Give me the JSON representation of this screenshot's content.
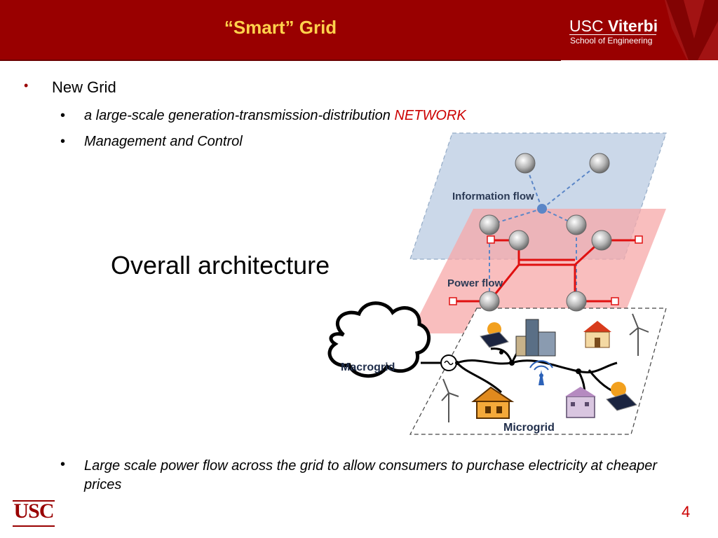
{
  "header": {
    "title": "“Smart” Grid",
    "logo_usc": "USC",
    "logo_viterbi": "Viterbi",
    "logo_school": "School of Engineering"
  },
  "content": {
    "bullet_main": "New Grid",
    "sub_bullets": [
      {
        "text": "a large-scale generation-transmission-distribution ",
        "highlight": "NETWORK"
      },
      {
        "text": "Management and Control"
      }
    ],
    "center_label": "Overall architecture",
    "bottom_bullet": "Large scale power flow across the grid to allow consumers to purchase electricity at cheaper prices"
  },
  "diagram": {
    "information_flow_label": "Information flow",
    "power_flow_label": "Power flow",
    "macrogrid_label": "Macrogrid",
    "microgrid_label": "Microgrid"
  },
  "footer": {
    "logo": "USC",
    "page_number": "4"
  },
  "colors": {
    "header_bg": "#990000",
    "title": "#ffd24c",
    "accent_red": "#cc0000",
    "info_layer": "#c9d6e8",
    "power_layer": "#f7a8a8"
  }
}
